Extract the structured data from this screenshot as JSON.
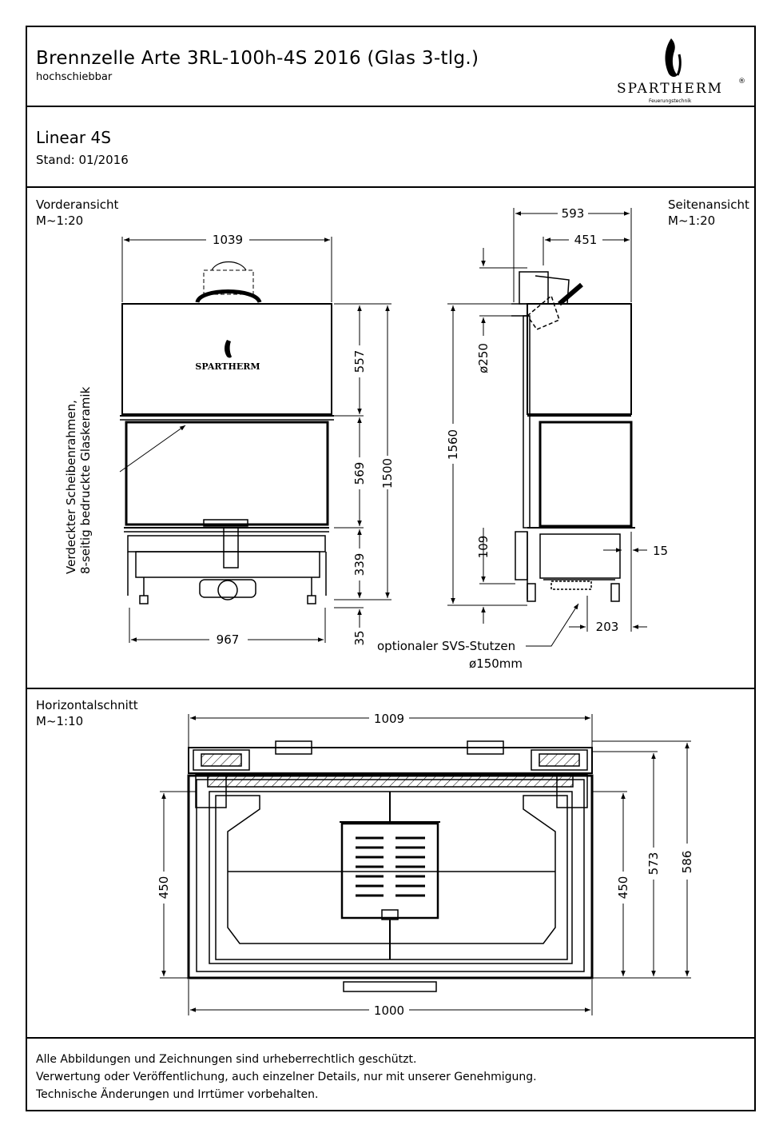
{
  "header": {
    "title": "Brennzelle Arte 3RL-100h-4S 2016 (Glas 3-tlg.)",
    "subtitle": "hochschiebbar",
    "brand": "SPARTHERM",
    "brand_tagline": "Feuerungstechnik",
    "registered_mark": "®"
  },
  "product": {
    "line": "Linear 4S",
    "stand": "Stand: 01/2016"
  },
  "views": {
    "front": {
      "label": "Vorderansicht",
      "scale": "M~1:20",
      "door_logo": "SPARTHERM"
    },
    "side": {
      "label": "Seitenansicht",
      "scale": "M~1:20"
    },
    "horizontal": {
      "label": "Horizontalschnitt",
      "scale": "M~1:10"
    }
  },
  "dimensions": {
    "front": {
      "width_top": "1039",
      "width_bottom": "967",
      "h_upper": "557",
      "h_glass": "569",
      "h_base": "339",
      "h_feet": "35",
      "h_total": "1500"
    },
    "side": {
      "depth_total": "593",
      "depth_flue": "451",
      "flue_diameter": "ø250",
      "h_total": "1560",
      "h_low": "109",
      "offset": "15",
      "svs_offset": "203"
    },
    "horizontal": {
      "width_top": "1009",
      "width_bottom": "1000",
      "depth_left": "450",
      "depth_inner": "450",
      "depth_mid": "573",
      "depth_total": "586"
    }
  },
  "annotations": {
    "glass_note_line1": "Verdeckter Scheibenrahmen,",
    "glass_note_line2": "8-seitig bedruckte Glaskeramik",
    "svs_line1": "optionaler SVS-Stutzen",
    "svs_line2": "ø150mm"
  },
  "footer": {
    "line1": "Alle Abbildungen und Zeichnungen sind urheberrechtlich geschützt.",
    "line2": "Verwertung oder Veröffentlichung, auch einzelner Details, nur mit unserer Genehmigung.",
    "line3": "Technische Änderungen und Irrtümer vorbehalten."
  }
}
